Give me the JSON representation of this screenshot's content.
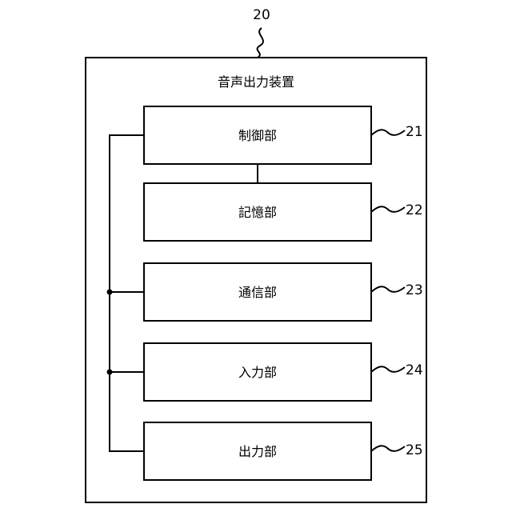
{
  "device": {
    "ref": "20",
    "title": "音声出力装置"
  },
  "blocks": [
    {
      "id": "control",
      "label": "制御部",
      "ref": "21"
    },
    {
      "id": "storage",
      "label": "記憶部",
      "ref": "22"
    },
    {
      "id": "comm",
      "label": "通信部",
      "ref": "23"
    },
    {
      "id": "input",
      "label": "入力部",
      "ref": "24"
    },
    {
      "id": "output",
      "label": "出力部",
      "ref": "25"
    }
  ]
}
